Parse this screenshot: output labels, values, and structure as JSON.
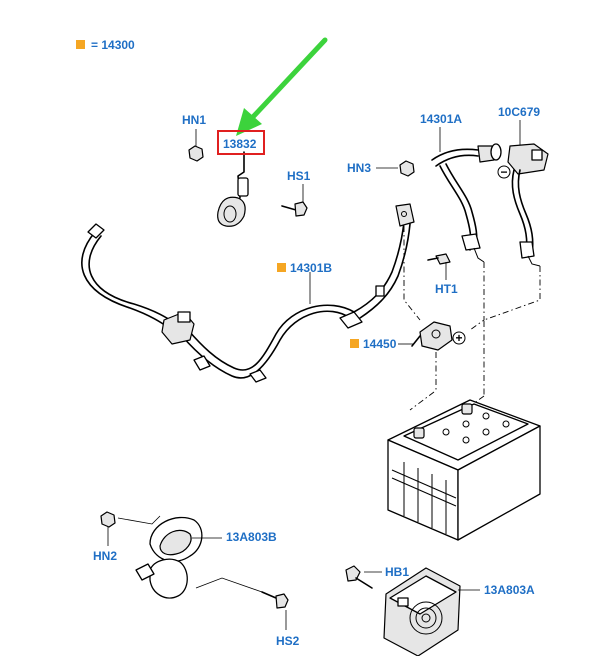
{
  "colors": {
    "label_blue": "#1f6fc5",
    "marker_orange": "#f5a623",
    "highlight_red": "#e02020",
    "arrow_green": "#3cd33c"
  },
  "legend": {
    "marker_text": "= 14300"
  },
  "labels": {
    "hn1": "HN1",
    "part_13832": "13832",
    "hs1": "HS1",
    "hn3": "HN3",
    "part_14301a": "14301A",
    "part_10c679": "10C679",
    "part_14301b": "14301B",
    "ht1": "HT1",
    "part_14450": "14450",
    "hn2": "HN2",
    "part_13a803b": "13A803B",
    "hs2": "HS2",
    "hb1": "HB1",
    "part_13a803a": "13A803A"
  },
  "symbols": {
    "negative": "−",
    "positive": "+"
  },
  "icons": {
    "pointer_arrow": "green-arrow-icon",
    "marker": "orange-square-icon",
    "terminal_negative": "minus-circle-icon",
    "terminal_positive": "plus-circle-icon"
  }
}
